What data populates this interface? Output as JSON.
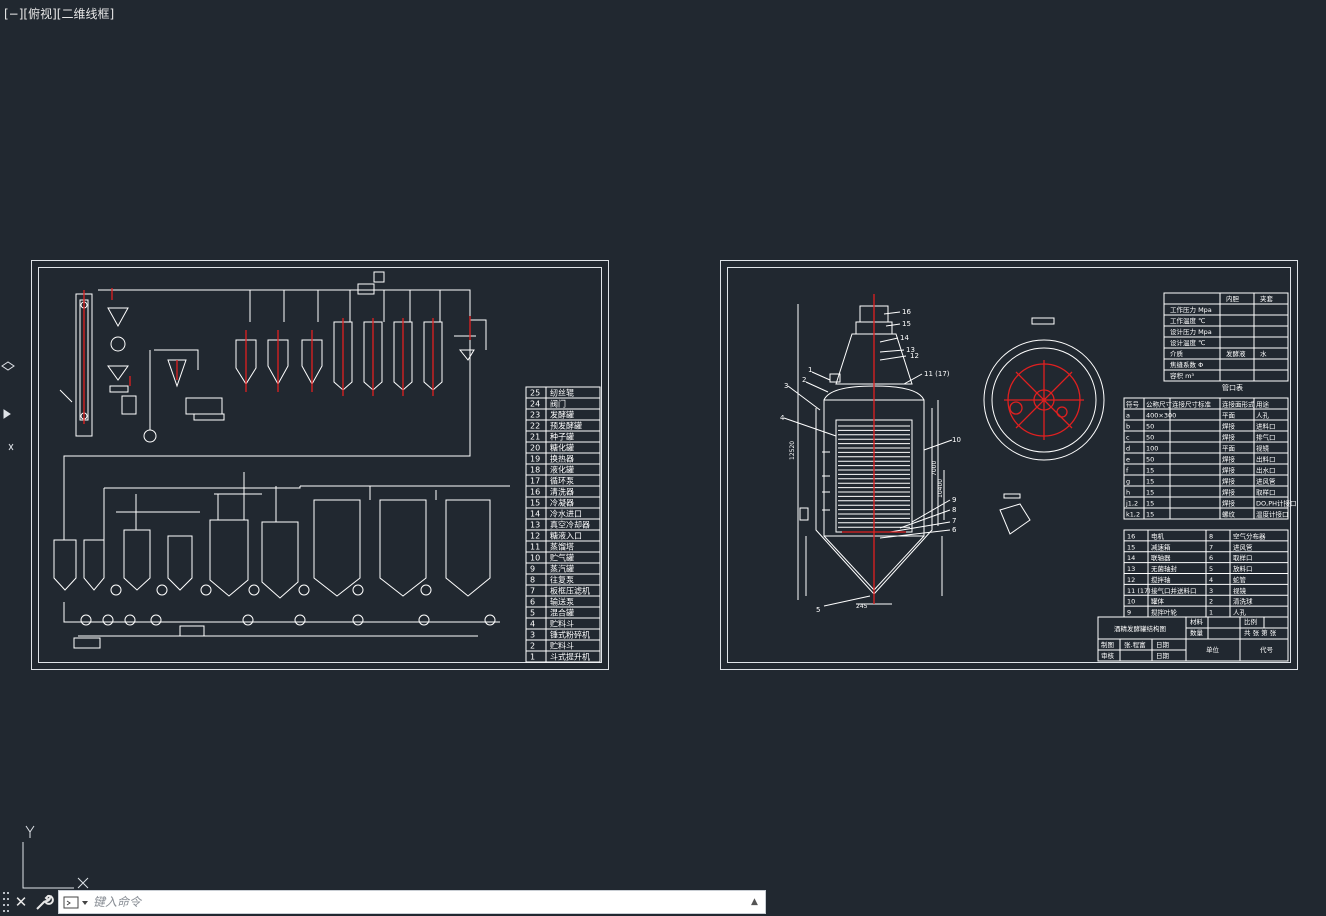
{
  "viewport": {
    "label": "[−][俯视][二维线框]"
  },
  "colors": {
    "background": "#212830",
    "line": "#ffffff",
    "accent_red": "#e02020"
  },
  "left_sheet": {
    "parts": [
      {
        "no": "25",
        "name": "纫丝辊"
      },
      {
        "no": "24",
        "name": "阀门"
      },
      {
        "no": "23",
        "name": "发酵罐"
      },
      {
        "no": "22",
        "name": "预发酵罐"
      },
      {
        "no": "21",
        "name": "种子罐"
      },
      {
        "no": "20",
        "name": "糖化罐"
      },
      {
        "no": "19",
        "name": "换热器"
      },
      {
        "no": "18",
        "name": "液化罐"
      },
      {
        "no": "17",
        "name": "循环泵"
      },
      {
        "no": "16",
        "name": "清洗器"
      },
      {
        "no": "15",
        "name": "冷凝器"
      },
      {
        "no": "14",
        "name": "冷水进口"
      },
      {
        "no": "13",
        "name": "真空冷却器"
      },
      {
        "no": "12",
        "name": "糖液入口"
      },
      {
        "no": "11",
        "name": "蒸馏塔"
      },
      {
        "no": "10",
        "name": "贮气罐"
      },
      {
        "no": "9",
        "name": "蒸汽罐"
      },
      {
        "no": "8",
        "name": "往复泵"
      },
      {
        "no": "7",
        "name": "板框压滤机"
      },
      {
        "no": "6",
        "name": "输送泵"
      },
      {
        "no": "5",
        "name": "混合罐"
      },
      {
        "no": "4",
        "name": "贮料斗"
      },
      {
        "no": "3",
        "name": "锤式粉碎机"
      },
      {
        "no": "2",
        "name": "贮料斗"
      },
      {
        "no": "1",
        "name": "斗式提升机"
      }
    ]
  },
  "right_sheet": {
    "tech_table": {
      "headers": [
        "",
        "内胆",
        "夹套"
      ],
      "rows": [
        [
          "工作压力 Mpa",
          "",
          ""
        ],
        [
          "工作温度 ℃",
          "",
          ""
        ],
        [
          "设计压力 Mpa",
          "",
          ""
        ],
        [
          "设计温度 ℃",
          "",
          ""
        ],
        [
          "介质",
          "发酵液",
          "水"
        ],
        [
          "焦缝系数 Φ",
          "",
          ""
        ],
        [
          "容积 m³",
          "",
          ""
        ]
      ]
    },
    "nozzle_title": "管口表",
    "nozzle_table": {
      "headers": [
        "符号",
        "公称尺寸",
        "连接尺寸标准",
        "连接面形式",
        "用途"
      ],
      "rows": [
        [
          "a",
          "400×300",
          "",
          "平面",
          "人孔"
        ],
        [
          "b",
          "50",
          "",
          "焊接",
          "进料口"
        ],
        [
          "c",
          "50",
          "",
          "焊接",
          "排气口"
        ],
        [
          "d",
          "100",
          "",
          "平面",
          "视镜"
        ],
        [
          "e",
          "50",
          "",
          "焊接",
          "出料口"
        ],
        [
          "f",
          "15",
          "",
          "焊接",
          "出水口"
        ],
        [
          "g",
          "15",
          "",
          "焊接",
          "进风管"
        ],
        [
          "h",
          "15",
          "",
          "焊接",
          "取样口"
        ],
        [
          "j1,2",
          "15",
          "",
          "焊接",
          "DO,PH计接口"
        ],
        [
          "k1,2",
          "15",
          "",
          "螺纹",
          "温度计接口"
        ]
      ]
    },
    "parts": [
      [
        "16",
        "电机",
        "8",
        "空气分布器"
      ],
      [
        "15",
        "减速箱",
        "7",
        "进风管"
      ],
      [
        "14",
        "联轴器",
        "6",
        "取样口"
      ],
      [
        "13",
        "无菌轴封",
        "5",
        "放料口"
      ],
      [
        "12",
        "搅拌轴",
        "4",
        "蛇管"
      ],
      [
        "11 (17)",
        "接气口并送料口",
        "3",
        "视镜"
      ],
      [
        "10",
        "罐体",
        "2",
        "清洗球"
      ],
      [
        "9",
        "搅拌叶轮",
        "1",
        "人孔"
      ]
    ],
    "title_block": {
      "title": "酒精发酵罐结构图",
      "material": "材料",
      "scale": "比例",
      "quantity": "数量",
      "sheets": "共 张  第 张",
      "drawn": "制图",
      "drawn_name": "张.程富",
      "checked": "审核",
      "date": "日期",
      "unit": "单位",
      "code": "代号"
    },
    "dims": {
      "height_left": "12520",
      "height_right": "7000",
      "height_jacket": "10400",
      "bottom": "245"
    },
    "labels": [
      "1",
      "2",
      "3",
      "4",
      "5",
      "6",
      "7",
      "8",
      "9",
      "10",
      "11 (17)",
      "12",
      "13",
      "14",
      "15",
      "16"
    ]
  },
  "ucs": {
    "x_label": "X",
    "y_label": "Y"
  },
  "command": {
    "placeholder": "键入命令"
  }
}
